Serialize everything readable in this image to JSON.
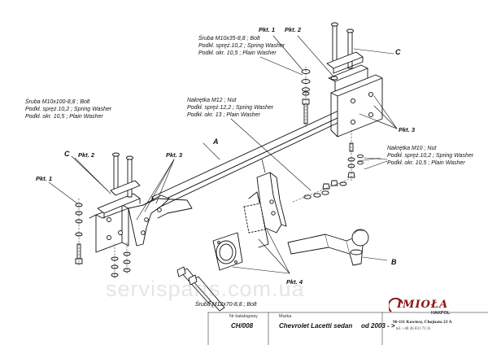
{
  "labels": {
    "bolt_top_1": "Śruba M10x35-8,8 ;  Bolt",
    "bolt_top_2": "Podkł. spręż.10,2 ; Spring Washer",
    "bolt_top_3": "Podkł. okr. 10,5 ; Plain Washer",
    "bolt_left_1": "Śruba M10x100-8,8 ;  Bolt",
    "bolt_left_2": "Podkł. spręż.10,2 ; Spring Washer",
    "bolt_left_3": "Podkł. okr. 10,5 ; Plain Washer",
    "nut_m12_1": "Nakrętka  M12 ; Nut",
    "nut_m12_2": "Podkł. spręż.12,2 ; Spring Washer",
    "nut_m12_3": "Podkł. okr. 13 ; Plain Washer",
    "nut_m10_1": "Nakrętka  M10 ; Nut",
    "nut_m10_2": "Podkł. spręż.10,2 ; Spring Washer",
    "nut_m10_3": "Podkł. okr. 10,5 ; Plain Washer",
    "bolt_bottom": "Śruba M12x70-8,8 ;  Bolt"
  },
  "points": {
    "pkt1_top": "Pkt. 1",
    "pkt2_top": "Pkt. 2",
    "pkt1_left": "Pkt. 1",
    "pkt2_left": "Pkt. 2",
    "pkt3_left": "Pkt. 3",
    "pkt3_right": "Pkt. 3",
    "pkt4": "Pkt. 4"
  },
  "letters": {
    "a": "A",
    "b": "B",
    "c_top": "C",
    "c_left": "C"
  },
  "title_block": {
    "catalog_caption": "Nr katalogowy",
    "catalog_no": "CH/008",
    "make_caption": "Marka",
    "make_value": "Chevrolet Lacetti sedan",
    "years": "od  2003 - >"
  },
  "logo": {
    "name": "IMIOŁA",
    "sub": "HAKPOL",
    "address": "96-111 Kowiesy, Chojnata 23 A",
    "phone": "tel. +48 46 831 73 31"
  },
  "watermark": "servisparts.com.ua",
  "colors": {
    "line": "#111111",
    "logo": "#8b1414"
  }
}
